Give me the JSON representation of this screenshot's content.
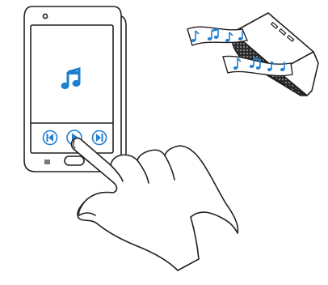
{
  "illustration": {
    "phone": {
      "screen_icon": "music-note-icon",
      "controls": [
        {
          "id": "previous",
          "icon": "skip-previous-icon"
        },
        {
          "id": "play",
          "icon": "play-icon"
        },
        {
          "id": "next",
          "icon": "skip-next-icon"
        }
      ]
    },
    "speaker": {
      "note_icons_top": [
        "music-note-icon",
        "music-note-icon",
        "music-note-icon",
        "music-note-icon"
      ],
      "note_icons_bottom": [
        "music-note-icon",
        "music-note-icon",
        "music-note-icon",
        "music-note-icon"
      ]
    },
    "hand": {
      "icon": "pointing-hand-icon"
    }
  },
  "colors": {
    "accent": "#1e7fd1",
    "stroke": "#231f20",
    "screen": "#ffffff",
    "grille": "#2b2b2b"
  }
}
